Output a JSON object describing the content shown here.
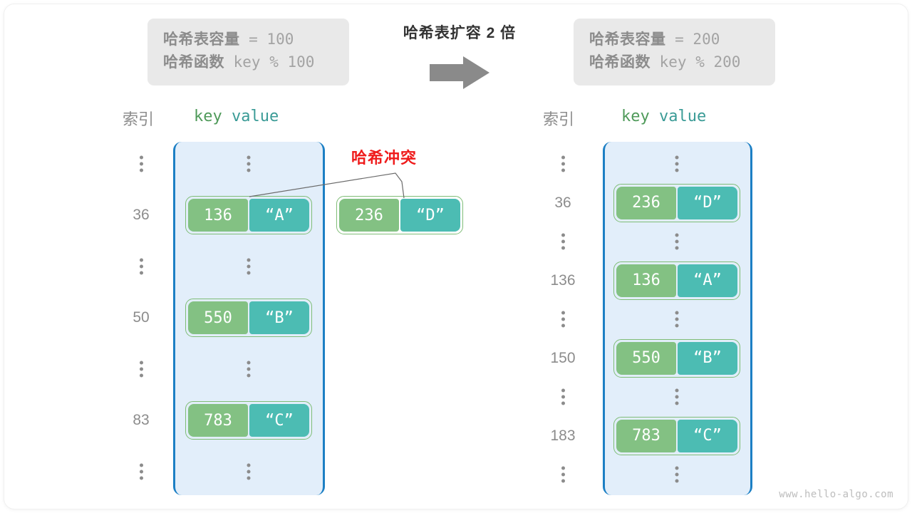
{
  "diagram": {
    "title": "哈希表扩容 2 倍",
    "arrow_icon": "right-arrow-icon",
    "watermark": "www.hello-algo.com",
    "collision_label": "哈希冲突",
    "colors": {
      "key_fill": "#83c183",
      "value_fill": "#4cbcb3",
      "pair_border": "#7fbd76",
      "panel_fill": "#e2eefa",
      "panel_border": "#1c7fc4",
      "info_box_fill": "#e9e9e9",
      "collision_red": "#ef1b1b",
      "index_gray": "#8c8c8c",
      "key_head_green": "#4f9a5a",
      "value_head_teal": "#3a9b96",
      "arrow_gray": "#8a8a8a"
    }
  },
  "left": {
    "info": {
      "line1_label": "哈希表容量",
      "line1_value": " = 100",
      "line2_label": "哈希函数",
      "line2_value": " key % 100"
    },
    "headers": {
      "index": "索引",
      "key": "key",
      "value": "value"
    },
    "rows": [
      {
        "index": "⋮",
        "type": "dots"
      },
      {
        "index": "36",
        "type": "pair",
        "key": "136",
        "value": "“A”"
      },
      {
        "index": "⋮",
        "type": "dots"
      },
      {
        "index": "50",
        "type": "pair",
        "key": "550",
        "value": "“B”"
      },
      {
        "index": "⋮",
        "type": "dots"
      },
      {
        "index": "83",
        "type": "pair",
        "key": "783",
        "value": "“C”"
      },
      {
        "index": "⋮",
        "type": "dots"
      }
    ],
    "floating_pair": {
      "key": "236",
      "value": "“D”"
    }
  },
  "right": {
    "info": {
      "line1_label": "哈希表容量",
      "line1_value": " = 200",
      "line2_label": "哈希函数",
      "line2_value": " key % 200"
    },
    "headers": {
      "index": "索引",
      "key": "key",
      "value": "value"
    },
    "rows": [
      {
        "index": "⋮",
        "type": "dots"
      },
      {
        "index": "36",
        "type": "pair",
        "key": "236",
        "value": "“D”"
      },
      {
        "index": "⋮",
        "type": "dots"
      },
      {
        "index": "136",
        "type": "pair",
        "key": "136",
        "value": "“A”"
      },
      {
        "index": "⋮",
        "type": "dots"
      },
      {
        "index": "150",
        "type": "pair",
        "key": "550",
        "value": "“B”"
      },
      {
        "index": "⋮",
        "type": "dots"
      },
      {
        "index": "183",
        "type": "pair",
        "key": "783",
        "value": "“C”"
      },
      {
        "index": "⋮",
        "type": "dots"
      }
    ]
  }
}
